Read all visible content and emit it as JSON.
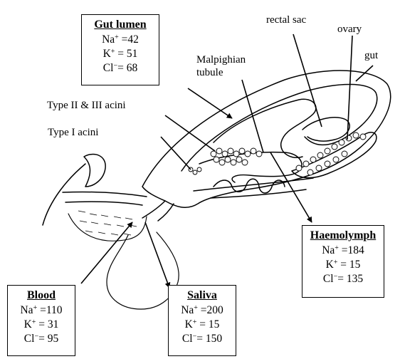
{
  "labels": {
    "rectal_sac": "rectal sac",
    "ovary": "ovary",
    "gut": "gut",
    "malpighian_line1": "Malpighian",
    "malpighian_line2": "tubule",
    "type_ii_iii_acini": "Type II & III acini",
    "type_i_acini": "Type I acini"
  },
  "boxes": {
    "gut_lumen": {
      "title": "Gut lumen",
      "na": {
        "ion": "Na",
        "charge": "+",
        "eq": " =",
        "value": "42"
      },
      "k": {
        "ion": "K",
        "charge": "+",
        "eq": " = ",
        "value": "51"
      },
      "cl": {
        "ion": "Cl",
        "charge": "−",
        "eq": "= ",
        "value": "68"
      }
    },
    "haemolymph": {
      "title": "Haemolymph",
      "na": {
        "ion": "Na",
        "charge": "+",
        "eq": " =",
        "value": "184"
      },
      "k": {
        "ion": "K",
        "charge": "+",
        "eq": " = ",
        "value": "15"
      },
      "cl": {
        "ion": "Cl",
        "charge": "−",
        "eq": "= ",
        "value": "135"
      }
    },
    "blood": {
      "title": "Blood",
      "na": {
        "ion": "Na",
        "charge": "+",
        "eq": " =",
        "value": "110"
      },
      "k": {
        "ion": "K",
        "charge": "+",
        "eq": " = ",
        "value": "31"
      },
      "cl": {
        "ion": "Cl",
        "charge": "−",
        "eq": "= ",
        "value": "95"
      }
    },
    "saliva": {
      "title": "Saliva",
      "na": {
        "ion": "Na",
        "charge": "+",
        "eq": " =",
        "value": "200"
      },
      "k": {
        "ion": "K",
        "charge": "+",
        "eq": " = ",
        "value": "15"
      },
      "cl": {
        "ion": "Cl",
        "charge": "−",
        "eq": "= ",
        "value": "150"
      }
    }
  }
}
